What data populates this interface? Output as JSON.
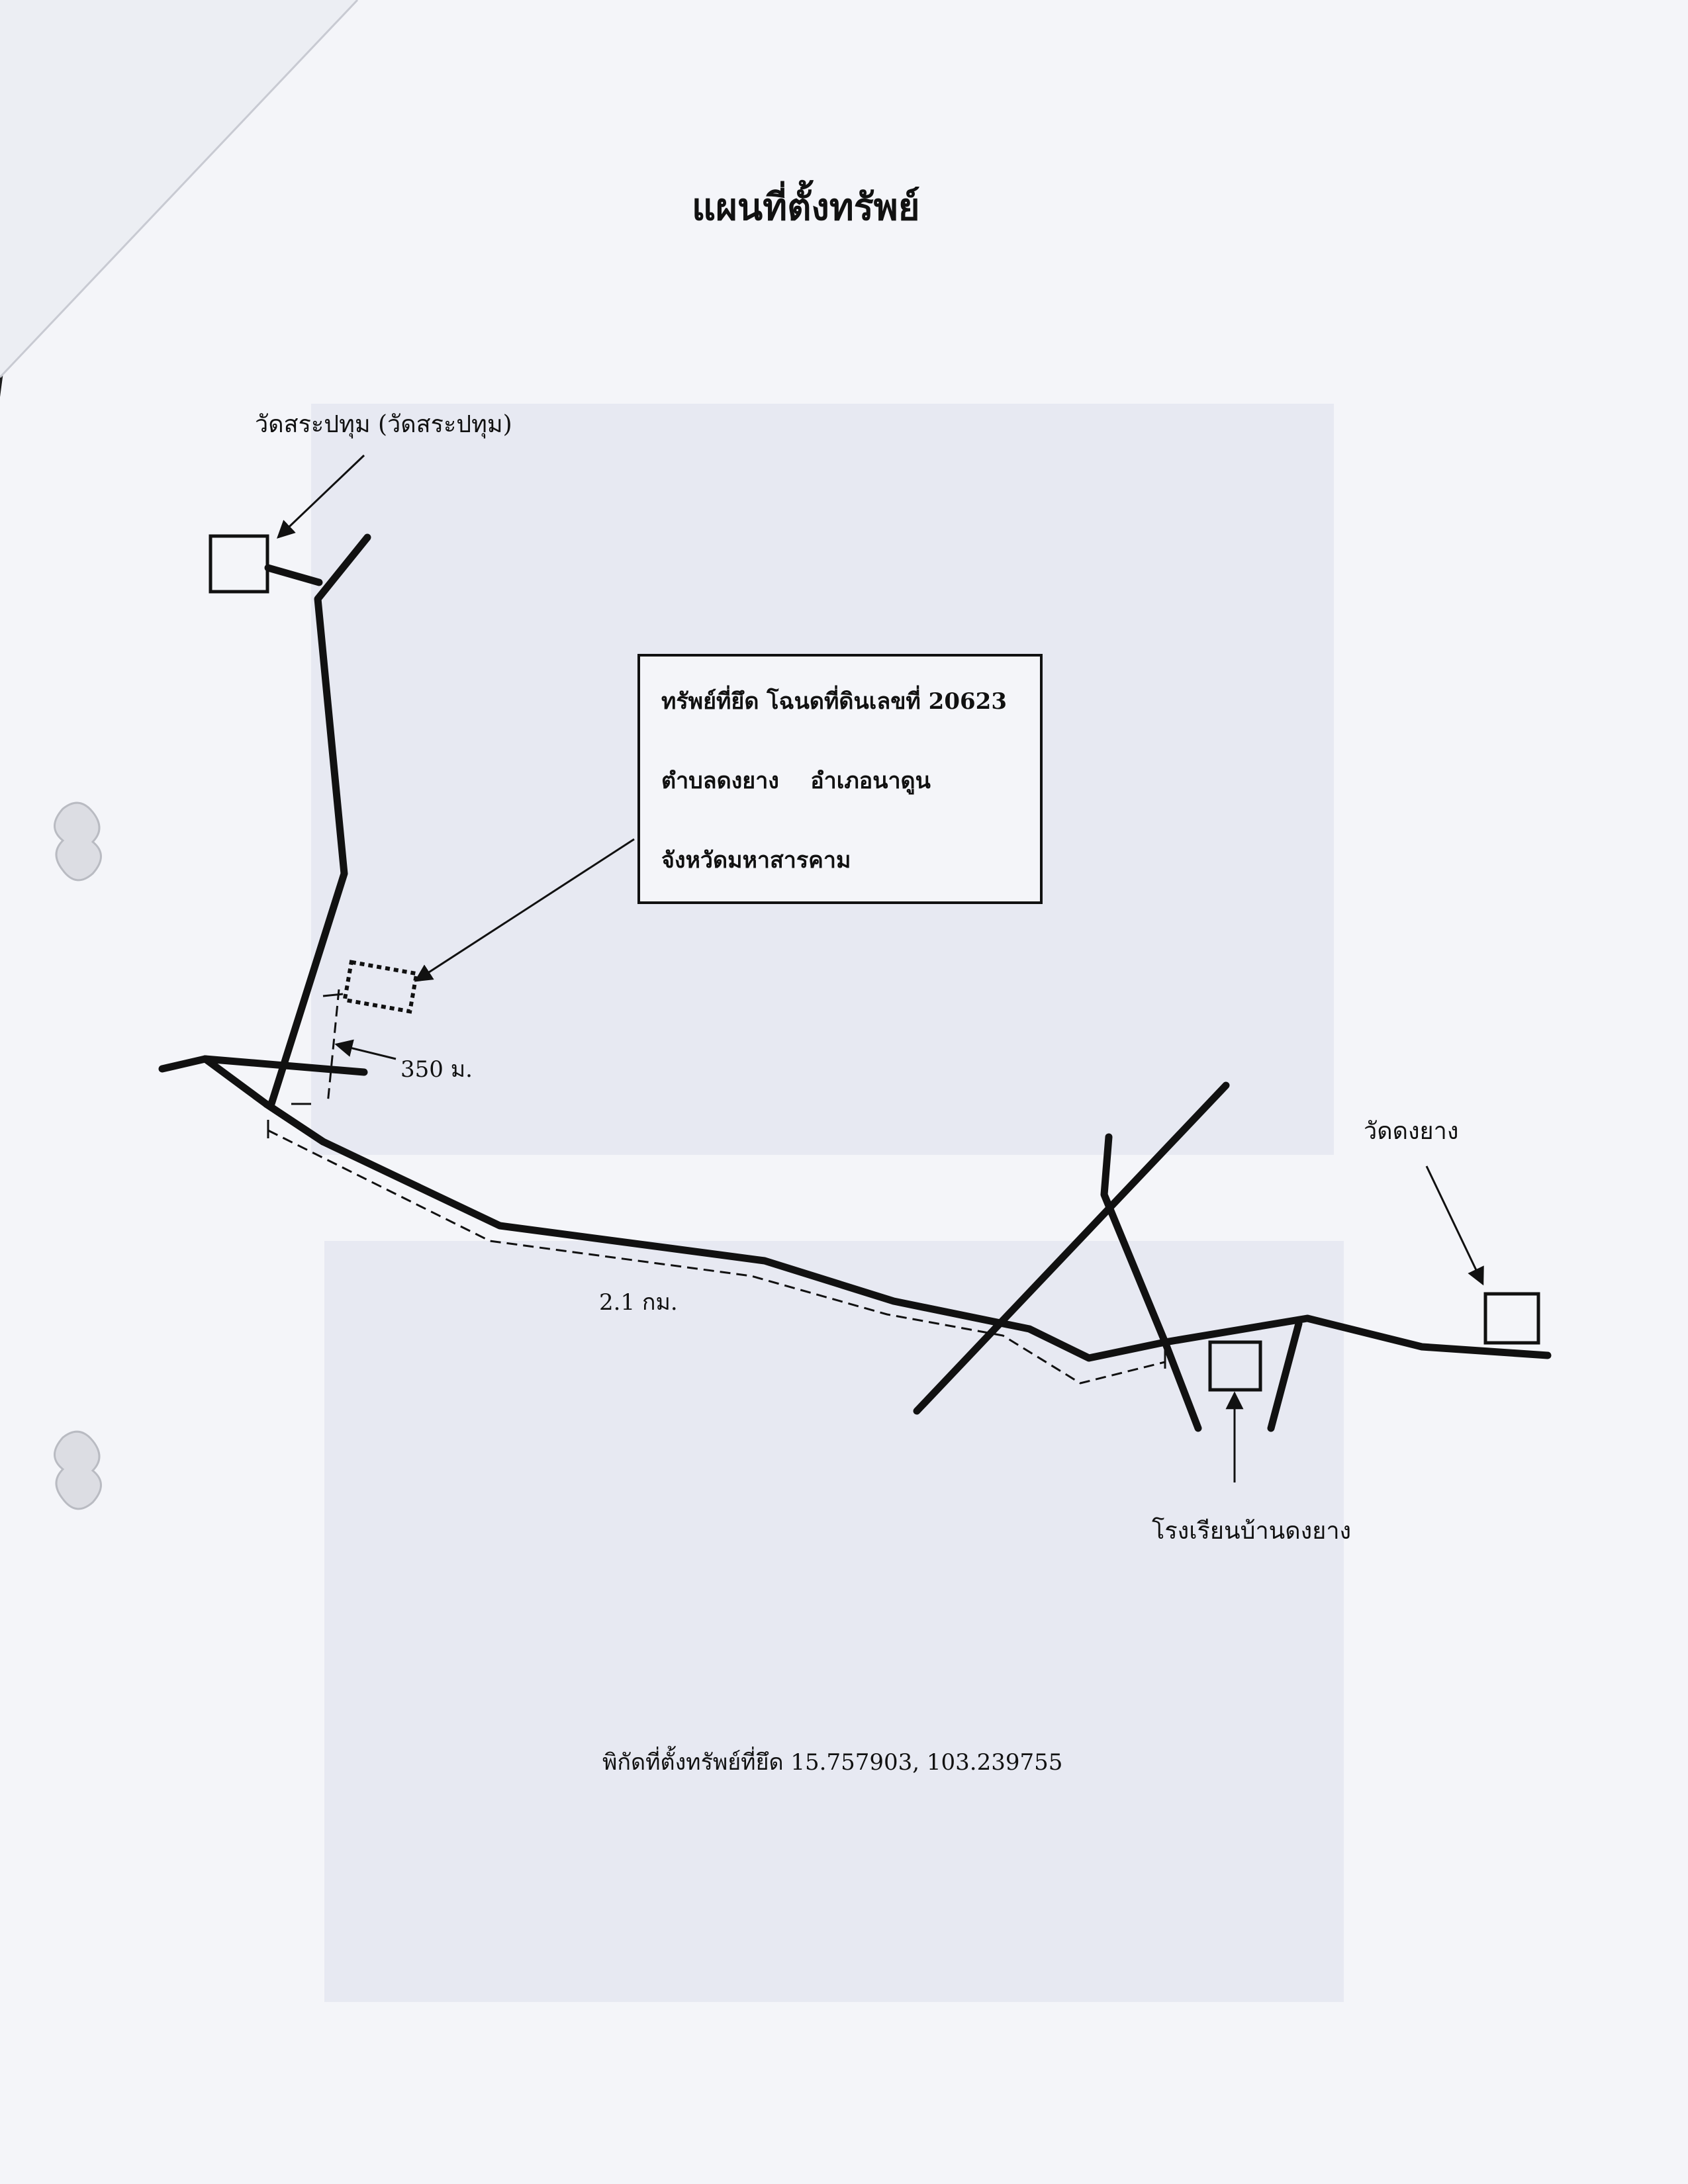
{
  "title": "แผนที่ตั้งทรัพย์",
  "labels": {
    "temple_north": "วัดสระปทุม (วัดสระปทุม)",
    "temple_east": "วัดดงยาง",
    "school": "โรงเรียนบ้านดงยาง",
    "distance_short": "350 ม.",
    "distance_long": "2.1 กม."
  },
  "info_box": {
    "line1": "ทรัพย์ที่ยึด โฉนดที่ดินเลขที่ 20623",
    "line2": "ตำบลดงยาง    อำเภอนาดูน",
    "line3": "จังหวัดมหาสารคาม"
  },
  "coordinates": "พิกัดที่ตั้งทรัพย์ที่ยึด 15.757903, 103.239755",
  "colors": {
    "paper": "#f4f5f9",
    "ink": "#111111",
    "faded_panel": "#e6e8f1",
    "corner_dark": "#1c1c1c"
  }
}
